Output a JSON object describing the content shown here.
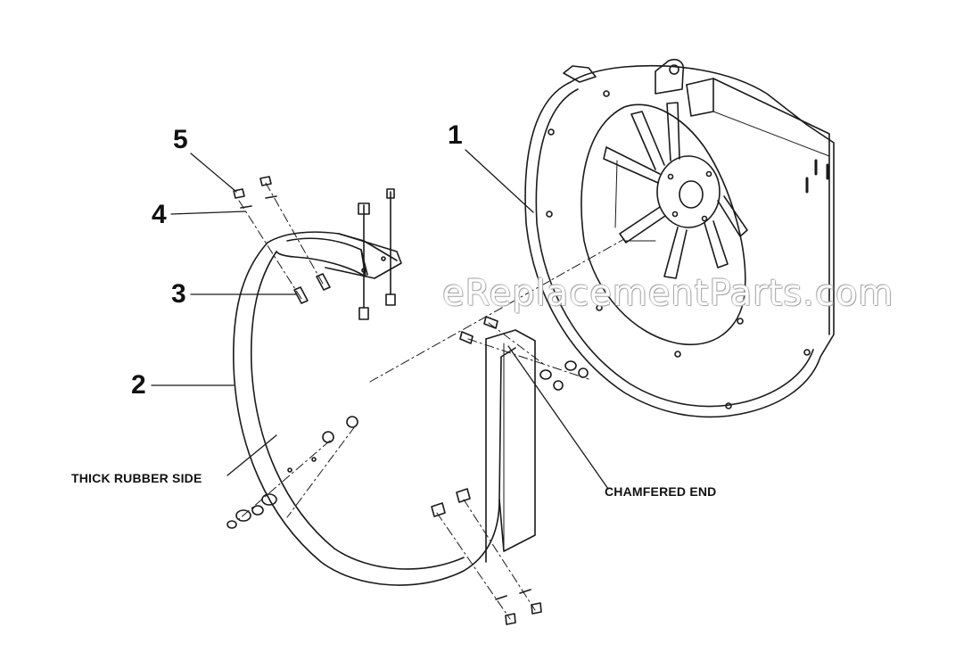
{
  "callouts": {
    "part_1": "1",
    "part_2": "2",
    "part_3": "3",
    "part_4": "4",
    "part_5": "5"
  },
  "labels": {
    "thick_rubber_side": "THICK RUBBER SIDE",
    "chamfered_end": "CHAMFERED END"
  },
  "watermark": "eReplacementParts.com",
  "colors": {
    "line": "#1a1a1a",
    "background": "#ffffff"
  }
}
